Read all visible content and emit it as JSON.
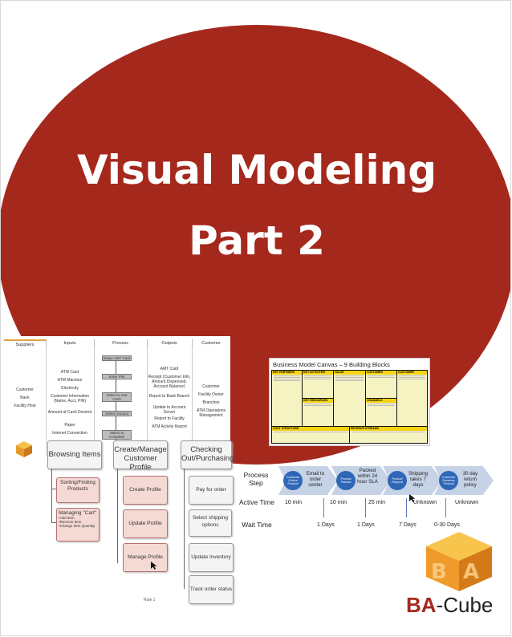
{
  "cover": {
    "title_line1": "Visual Modeling",
    "title_line2": "Part 2",
    "accent_color": "#a5281d"
  },
  "sipoc": {
    "headers": [
      "Suppliers",
      "Inputs",
      "Process",
      "Outputs",
      "Customer"
    ],
    "suppliers": [
      "Customer",
      "Bank",
      "Facility Host"
    ],
    "inputs": [
      "ATM Card",
      "ATM Machine",
      "Electricity",
      "Customer Information (Name, Acct, PIN)",
      "Amount of Cash Desired",
      "Paper",
      "Internet Connection"
    ],
    "process": [
      "Swipe AMT Card",
      "Enter PIN",
      "Select to Get Cash",
      "Select Amount",
      "Select to Complete"
    ],
    "outputs": [
      "AMT Card",
      "Receipt (Customer Info, Amount Dispensed, Account Balance)",
      "Report to Bank Branch",
      "Update to Account Server",
      "Report to Facility",
      "ATM Activity Report"
    ],
    "customers": [
      "Customer",
      "Facility Owner",
      "Branches",
      "ATM Operations Management"
    ]
  },
  "bmc": {
    "title": "Business Model Canvas – 9 Building Blocks",
    "blocks": [
      "KEY PARTNERS",
      "KEY ACTIVITIES",
      "VALUE PROPOSITIONS",
      "CUSTOMER RELATIONSHIPS",
      "CUSTOMER SEGMENTS",
      "KEY RESOURCES",
      "CHANNELS",
      "COST STRUCTURE",
      "REVENUE STREAMS"
    ]
  },
  "use_cases": {
    "browsing": {
      "title": "Browsing Items",
      "items": [
        "Sorting/Finding Products",
        "Managing \"Cart\""
      ],
      "cart_bullets": [
        "•Add Item",
        "•Remove Item",
        "•Change Item Quantity"
      ]
    },
    "profile": {
      "title": "Create/Manage Customer Profile",
      "items": [
        "Create Profile",
        "Update Profile",
        "Manage Profile"
      ]
    },
    "checkout": {
      "title": "Checking Out/Purchasing",
      "items": [
        "Pay for order",
        "Select shipping options",
        "Update Inventory",
        "Track order status"
      ]
    },
    "footer_text": "Rule 1"
  },
  "value_stream": {
    "row_labels": [
      "Process Step",
      "Active Time",
      "Wait Time"
    ],
    "steps": [
      {
        "circle": "Customer Orders Product",
        "text": "Email to order center",
        "active": "10 min",
        "wait": "1 Days"
      },
      {
        "circle": "Product Packed",
        "text": "Packed within 24 hour SLA",
        "active": "10 min",
        "wait": "1 Days"
      },
      {
        "circle": "Product Shipped",
        "text": "Shipping takes 7 days",
        "active": "25 min",
        "wait": "7 Days"
      },
      {
        "circle": "Customer Receives Product",
        "text": "30 day return policy",
        "active": "Unknown",
        "wait": "0-30 Days"
      }
    ],
    "last_active": "Unknown"
  },
  "logo": {
    "prefix": "BA",
    "suffix": "-Cube",
    "cube_letters": "BA"
  }
}
